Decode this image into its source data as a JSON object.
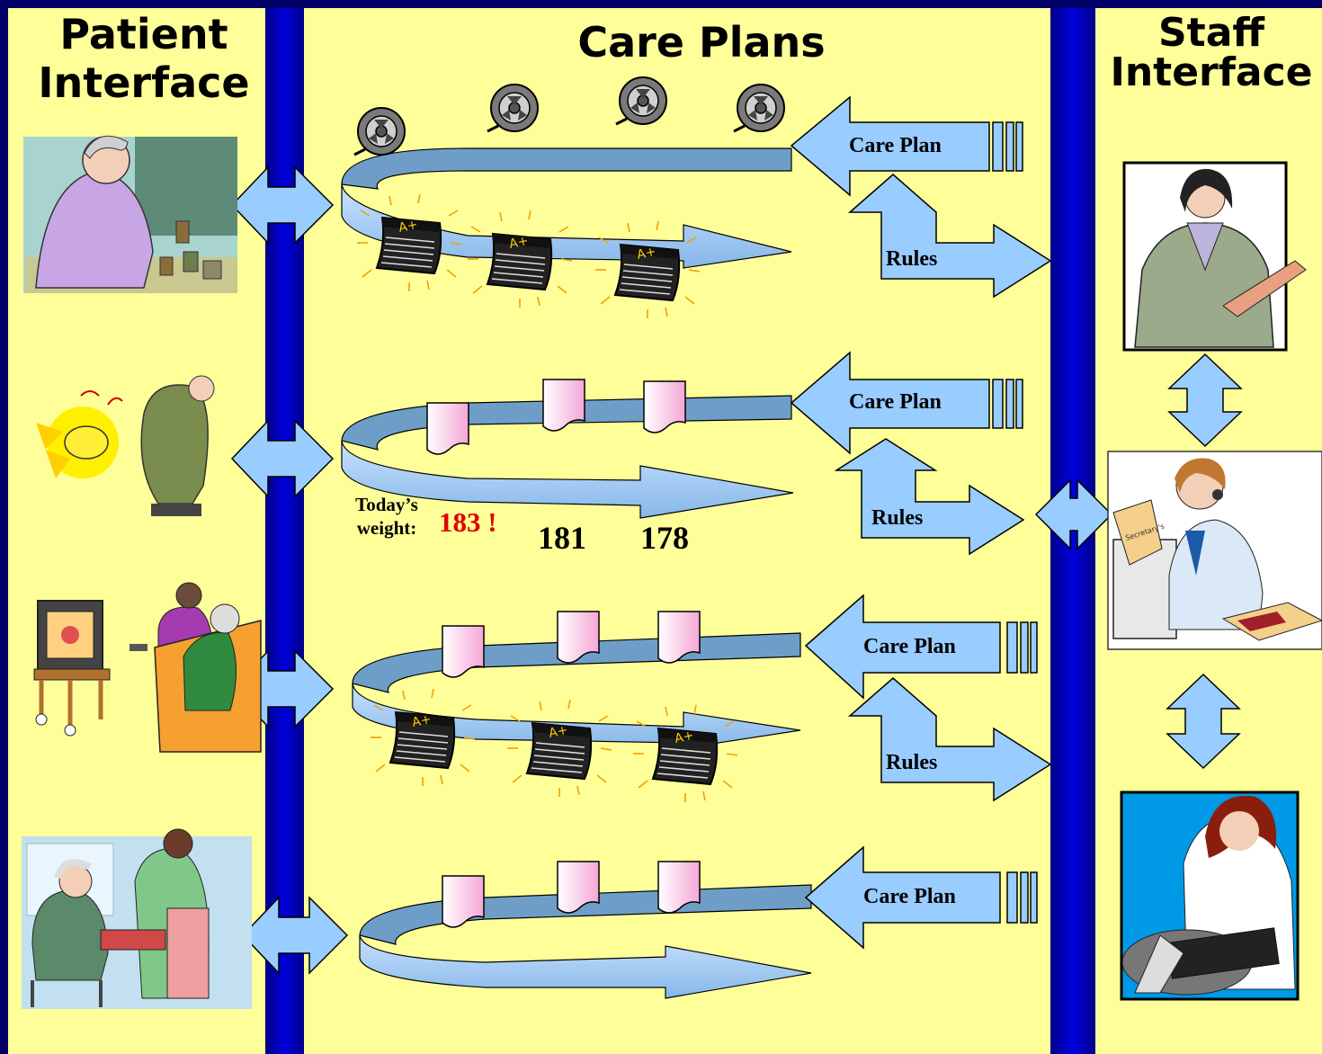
{
  "columns": {
    "patient_title": [
      "Patient",
      "Interface"
    ],
    "care_title": "Care Plans",
    "staff_title": [
      "Staff",
      "Interface"
    ]
  },
  "labels": {
    "care_plan": "Care Plan",
    "rules": "Rules"
  },
  "weights": {
    "label_line1": "Today’s",
    "label_line2": "weight:",
    "today": "183 !",
    "previous": [
      "181",
      "178"
    ]
  },
  "colors": {
    "background": "#000066",
    "panel": "#ffff99",
    "spine": "#0000cc",
    "arrow_fill": "#99ccff",
    "ribbon_dark": "#6e9ec8",
    "alert": "#e00000"
  },
  "icons": [
    "video-reel-icon",
    "report-card-icon",
    "document-icon",
    "patient-clipart",
    "staff-clipart"
  ]
}
